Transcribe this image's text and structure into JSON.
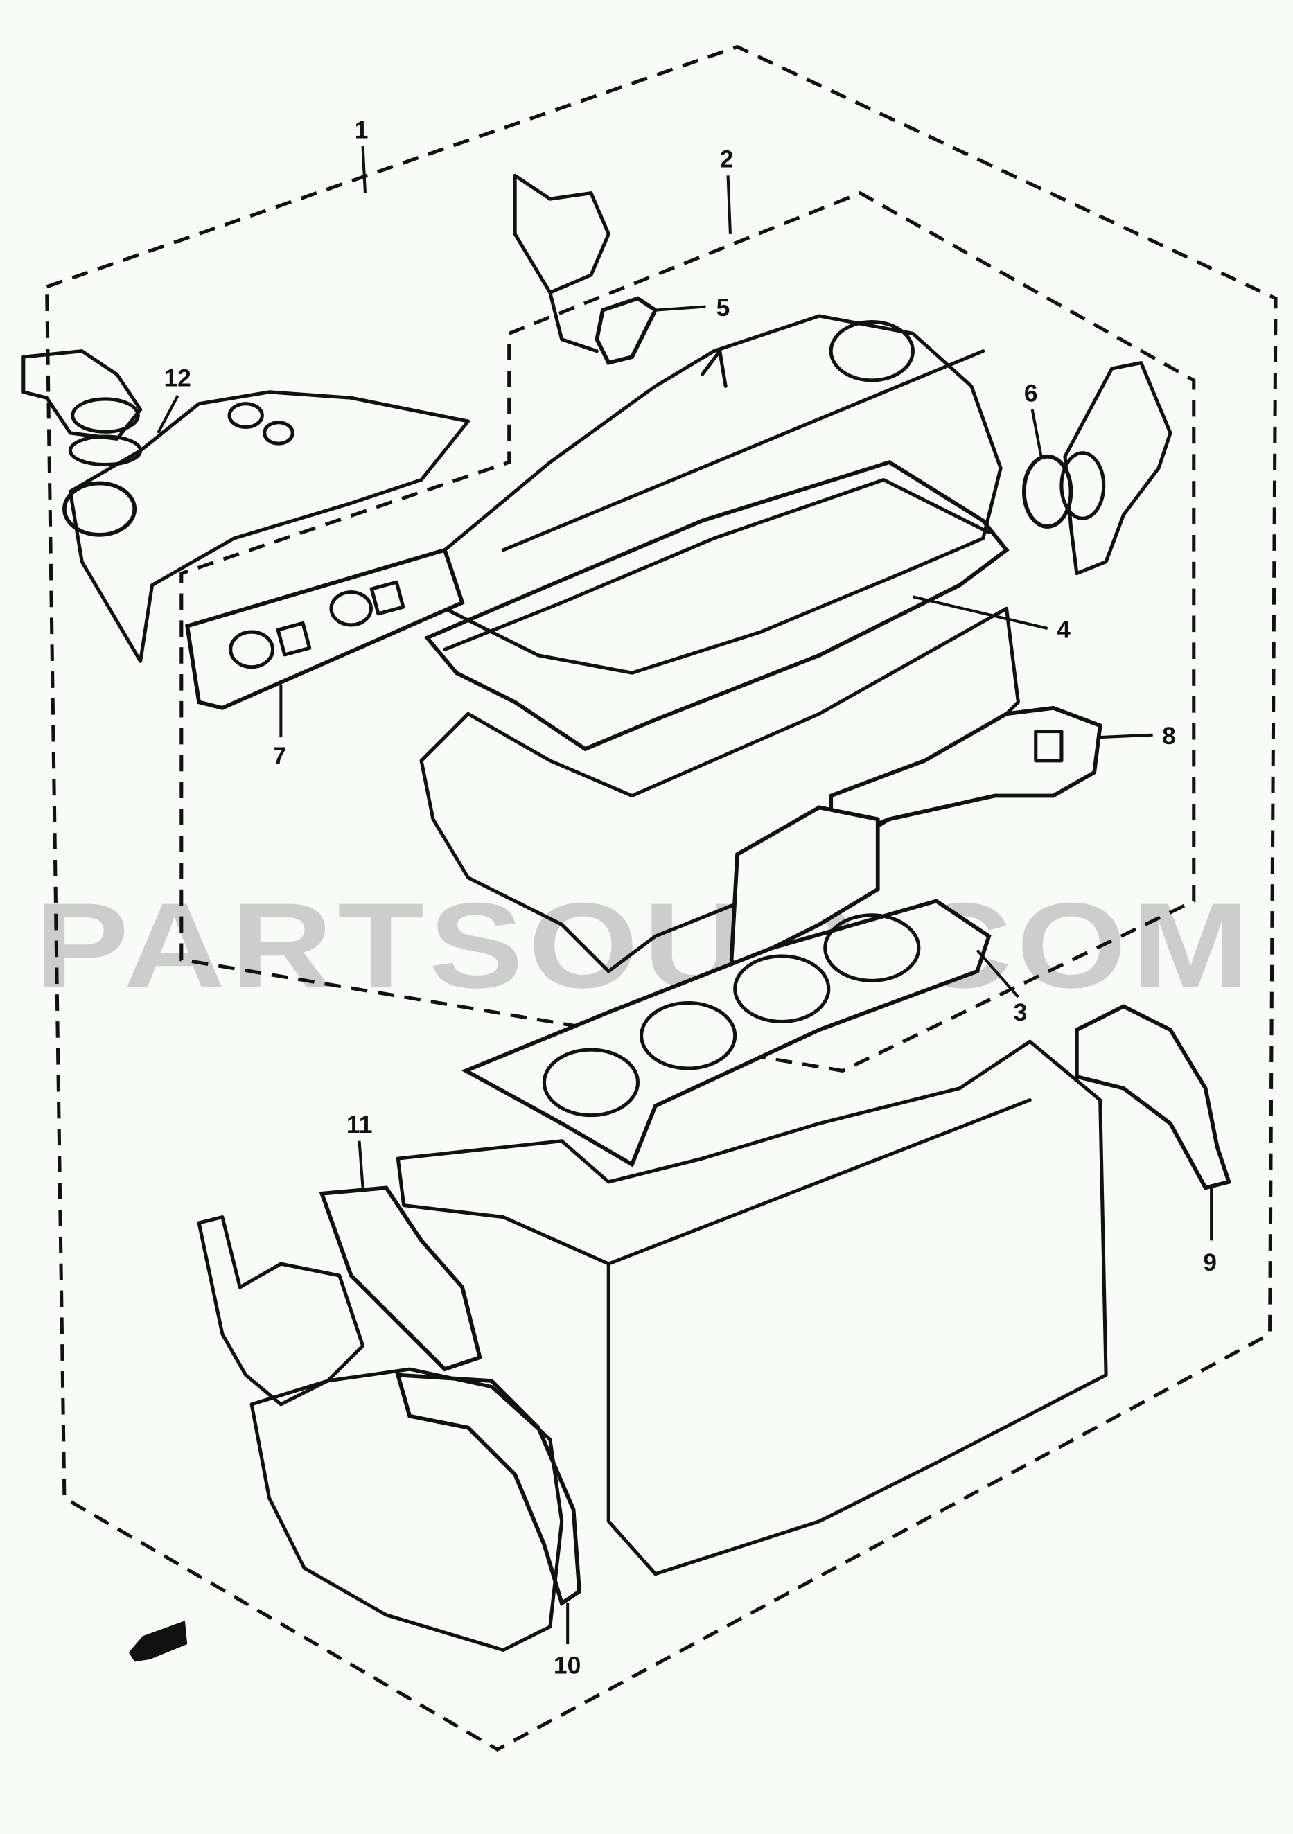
{
  "watermark": "PARTSOUQ.COM",
  "callouts": {
    "c1": "1",
    "c2": "2",
    "c3": "3",
    "c4": "4",
    "c5": "5",
    "c6": "6",
    "c7": "7",
    "c8": "8",
    "c9": "9",
    "c10": "10",
    "c11": "11",
    "c12": "12"
  },
  "icons": {
    "front_marker": "front-direction-arrow-icon"
  },
  "colors": {
    "line": "#111111",
    "background": "#f9fbf9",
    "watermark": "#c9c9c9"
  }
}
